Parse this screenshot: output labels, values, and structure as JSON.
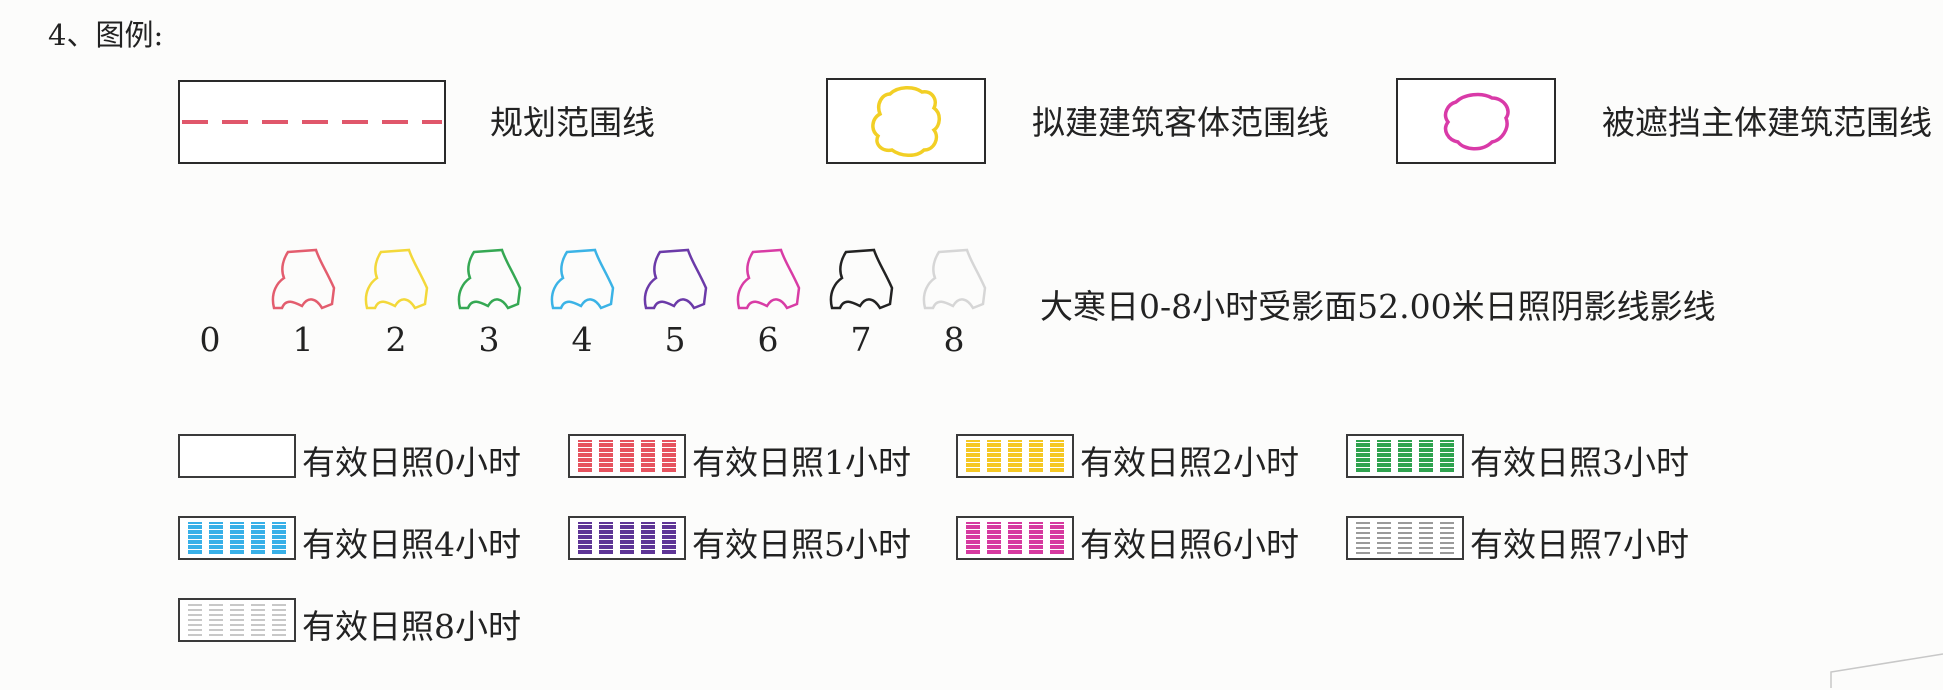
{
  "heading": "4、图例:",
  "top_legend": [
    {
      "label": "规划范围线",
      "color": "#e0576b",
      "icon": "dashed-line-icon"
    },
    {
      "label": "拟建建筑客体范围线",
      "color": "#f2cf25",
      "icon": "yellow-outline-icon"
    },
    {
      "label": "被遮挡主体建筑范围线",
      "color": "#d93aa8",
      "icon": "magenta-outline-icon"
    }
  ],
  "shadow_legend": {
    "label": "大寒日0-8小时受影面52.00米日照阴影线影线",
    "numbers": [
      "0",
      "1",
      "2",
      "3",
      "4",
      "5",
      "6",
      "7",
      "8"
    ],
    "colors": [
      "#e35d6e",
      "#f3d83a",
      "#35a853",
      "#3bb3e6",
      "#6b3aa8",
      "#d83ca5",
      "#222222",
      "#d6d6d6"
    ]
  },
  "sun_legend": [
    {
      "label": "有效日照0小时",
      "color": "#ffffff"
    },
    {
      "label": "有效日照1小时",
      "color": "#e6535f"
    },
    {
      "label": "有效日照2小时",
      "color": "#f5c824"
    },
    {
      "label": "有效日照3小时",
      "color": "#2fa34f"
    },
    {
      "label": "有效日照4小时",
      "color": "#38b0e8"
    },
    {
      "label": "有效日照5小时",
      "color": "#5e3596"
    },
    {
      "label": "有效日照6小时",
      "color": "#d63aa0"
    },
    {
      "label": "有效日照7小时",
      "color": "#9a9a9a"
    },
    {
      "label": "有效日照8小时",
      "color": "#c8c8c8"
    }
  ]
}
